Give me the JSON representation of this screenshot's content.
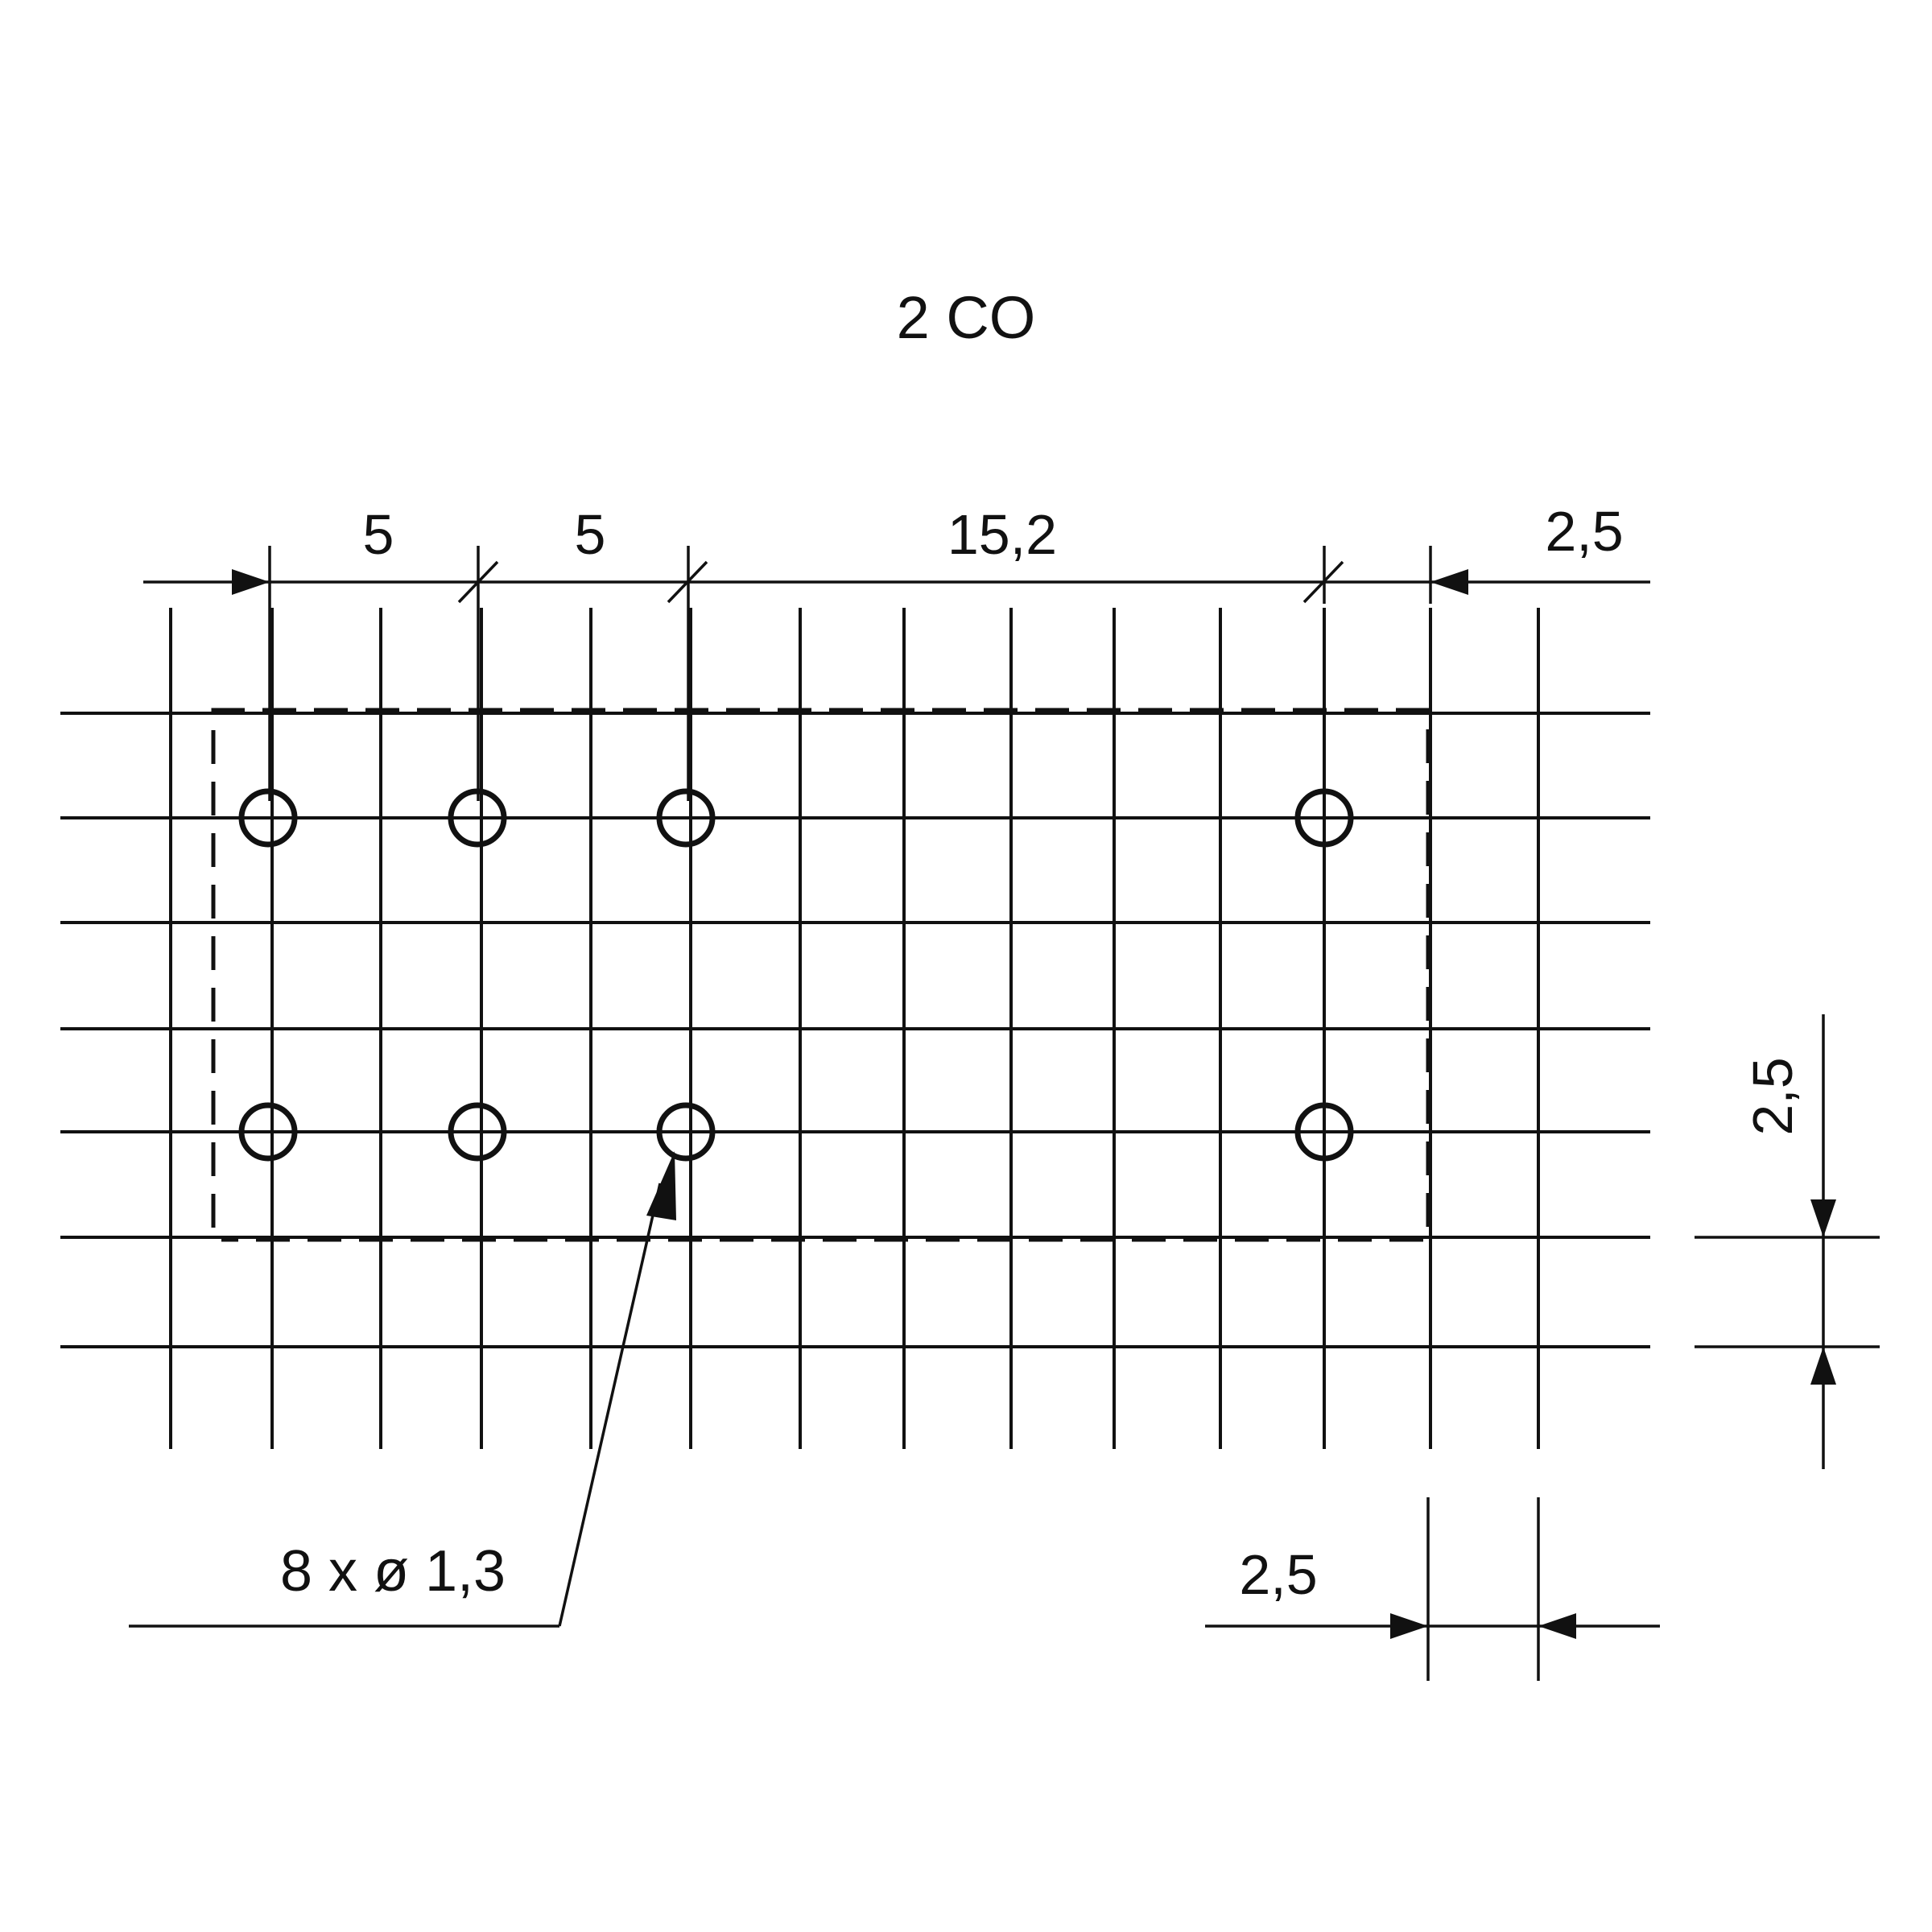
{
  "title": "2 CO",
  "dimensions": {
    "pitch_1": "5",
    "pitch_2": "5",
    "pitch_3": "15,2",
    "edge_right": "2,5",
    "grid_vertical": "2,5",
    "grid_horizontal": "2,5"
  },
  "hole_callout": "8 x ø 1,3",
  "hole_count": 8,
  "colors": {
    "ink": "#111111",
    "background": "#ffffff"
  }
}
